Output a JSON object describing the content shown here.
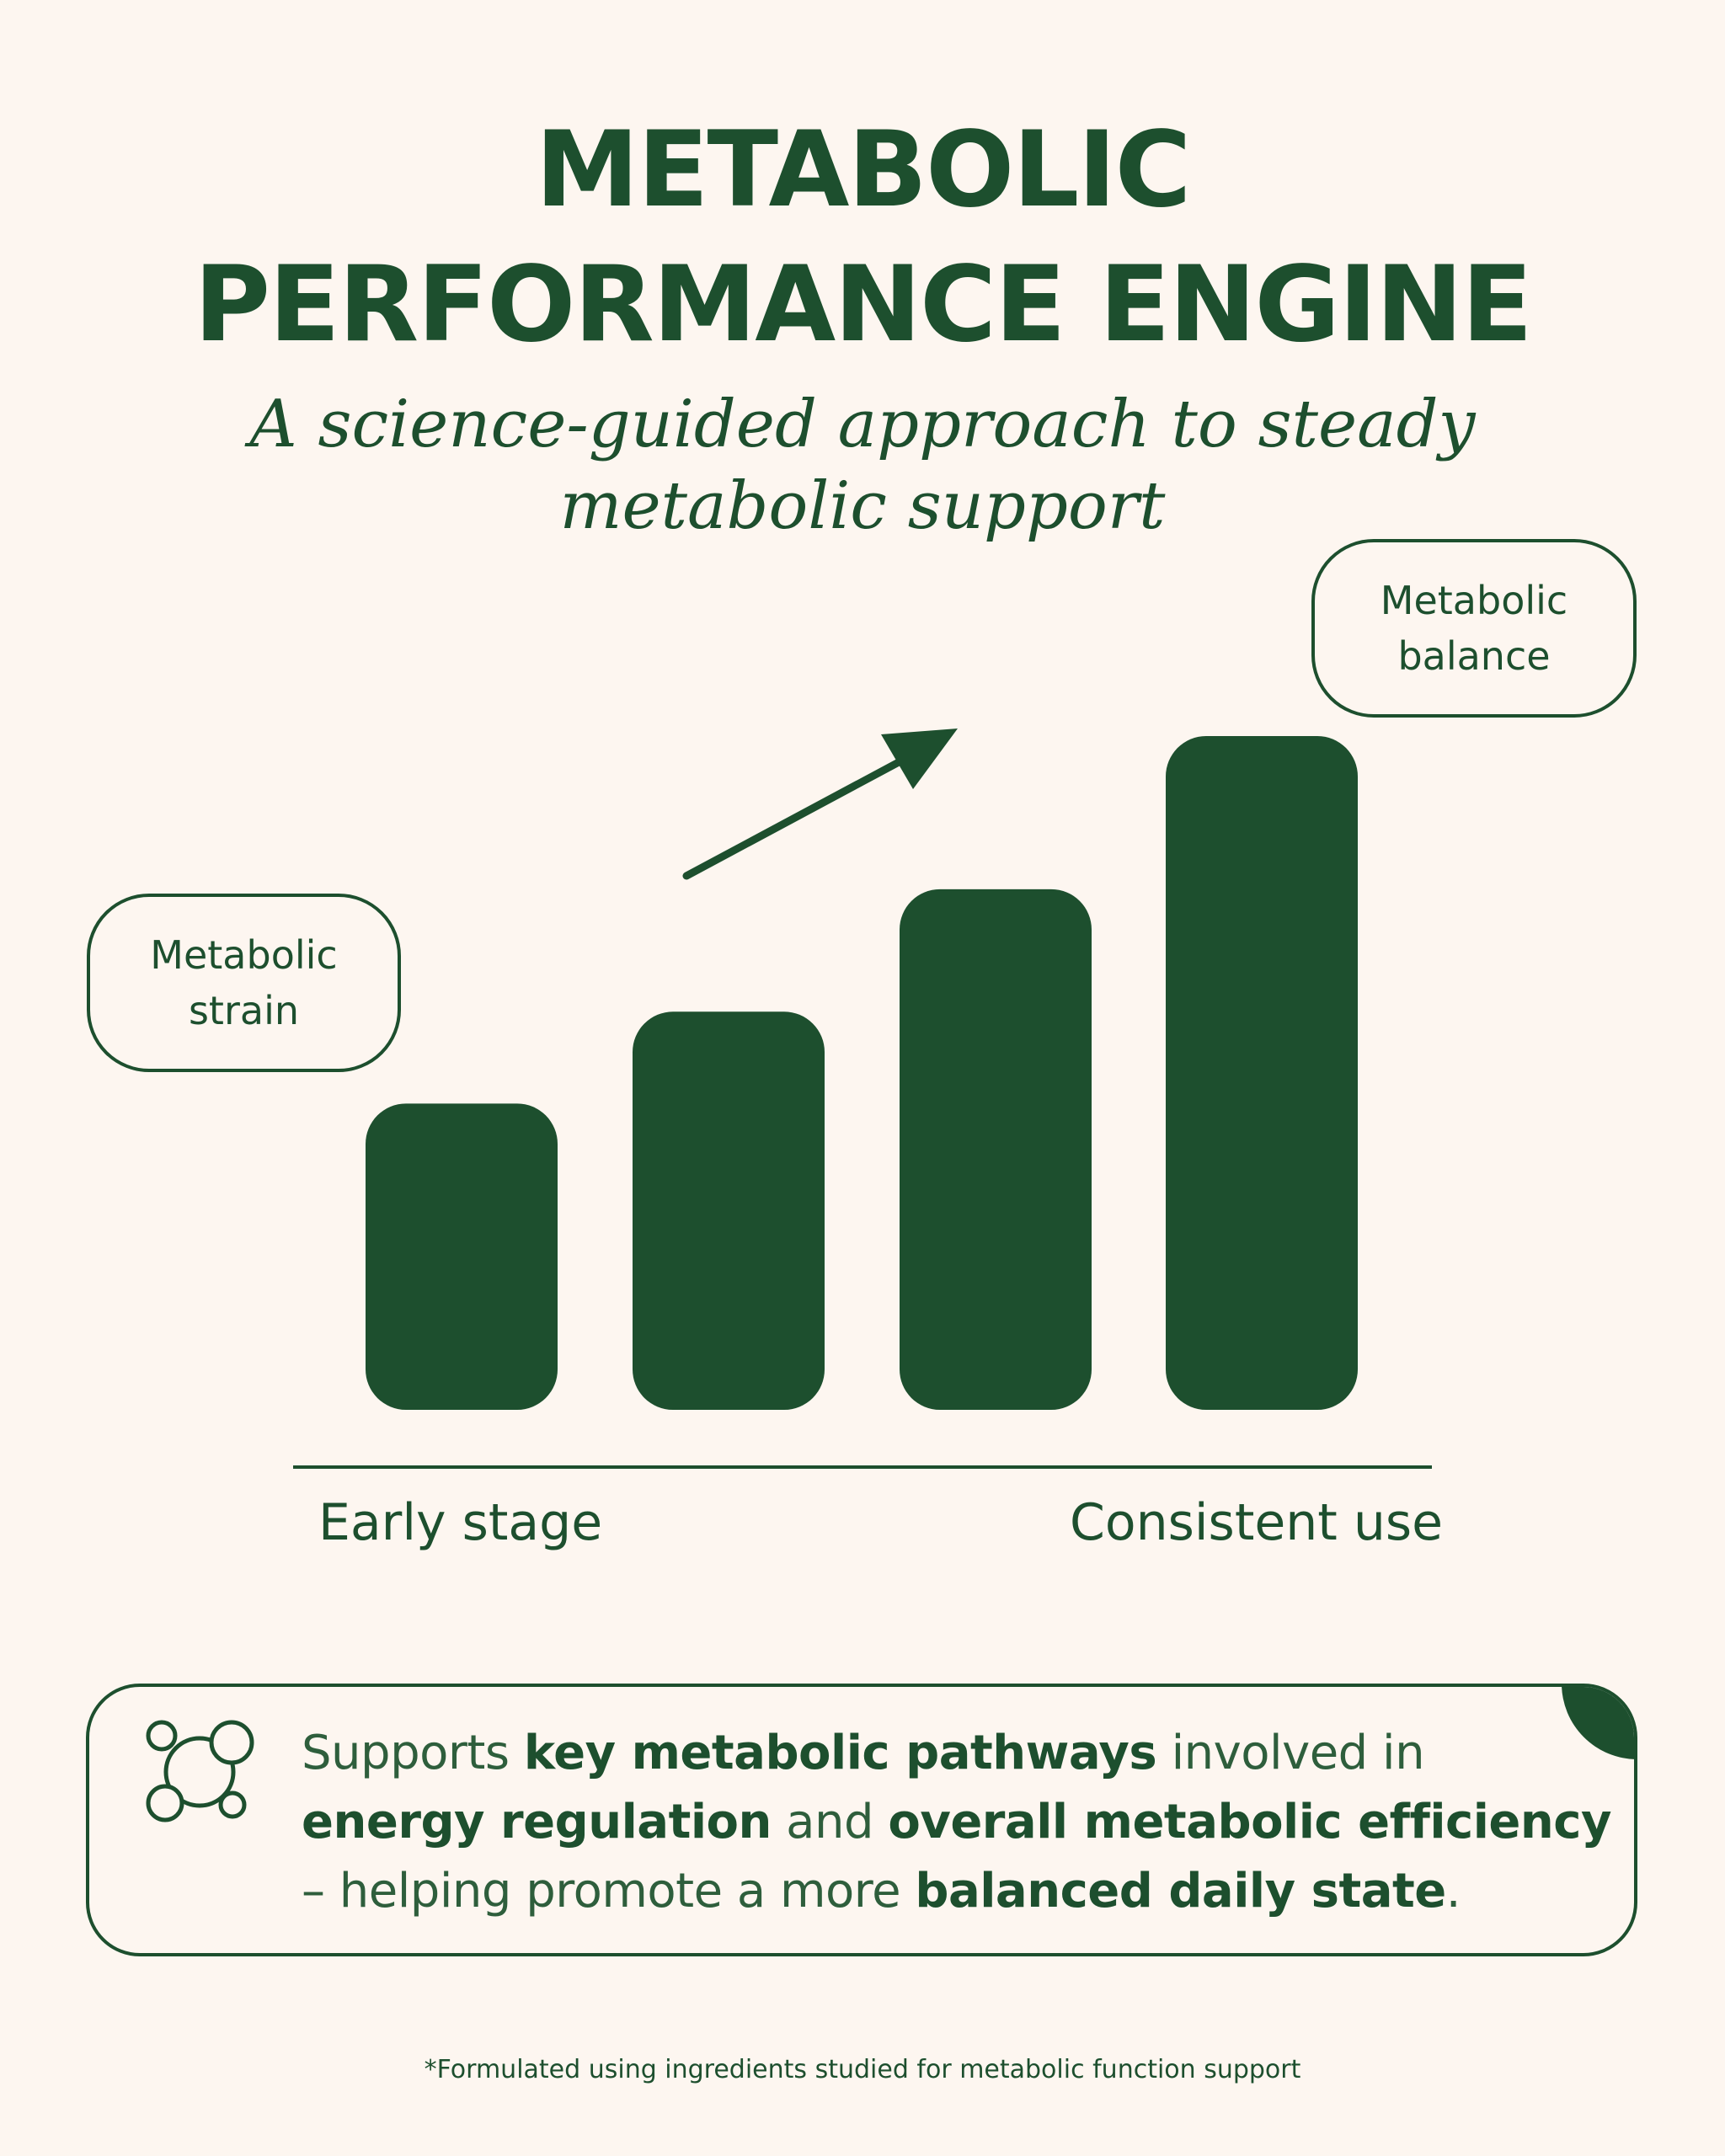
{
  "title": {
    "line1": "METABOLIC",
    "line2": "PERFORMANCE ENGINE"
  },
  "subtitle": {
    "line1": "A science-guided approach to steady",
    "line2": "metabolic support"
  },
  "colors": {
    "brand_green": "#1d4f2e",
    "background": "#fdf6f0"
  },
  "chart_data": {
    "type": "bar",
    "title": "",
    "categories": [
      "",
      "",
      "",
      ""
    ],
    "values": [
      1.0,
      1.3,
      1.7,
      2.2
    ],
    "xlabel_left": "Early stage",
    "xlabel_right": "Consistent use",
    "ylabel": "",
    "ylim": [
      0,
      2.2
    ],
    "grid": false,
    "annotations": {
      "start": "Metabolic strain",
      "end": "Metabolic balance"
    },
    "trend_arrow": "up-right"
  },
  "bubbles": {
    "strain": {
      "line1": "Metabolic",
      "line2": "strain"
    },
    "balance": {
      "line1": "Metabolic",
      "line2": "balance"
    }
  },
  "info": {
    "icon": "molecule-icon",
    "t1": "Supports ",
    "b1": "key metabolic pathways",
    "t2": " involved in ",
    "b2": "energy regulation",
    "t3": " and ",
    "b3": "overall metabolic efficiency",
    "t4": " – helping promote a more ",
    "b4": "balanced daily state",
    "t5": "."
  },
  "footnote": "*Formulated using ingredients studied for metabolic function support"
}
